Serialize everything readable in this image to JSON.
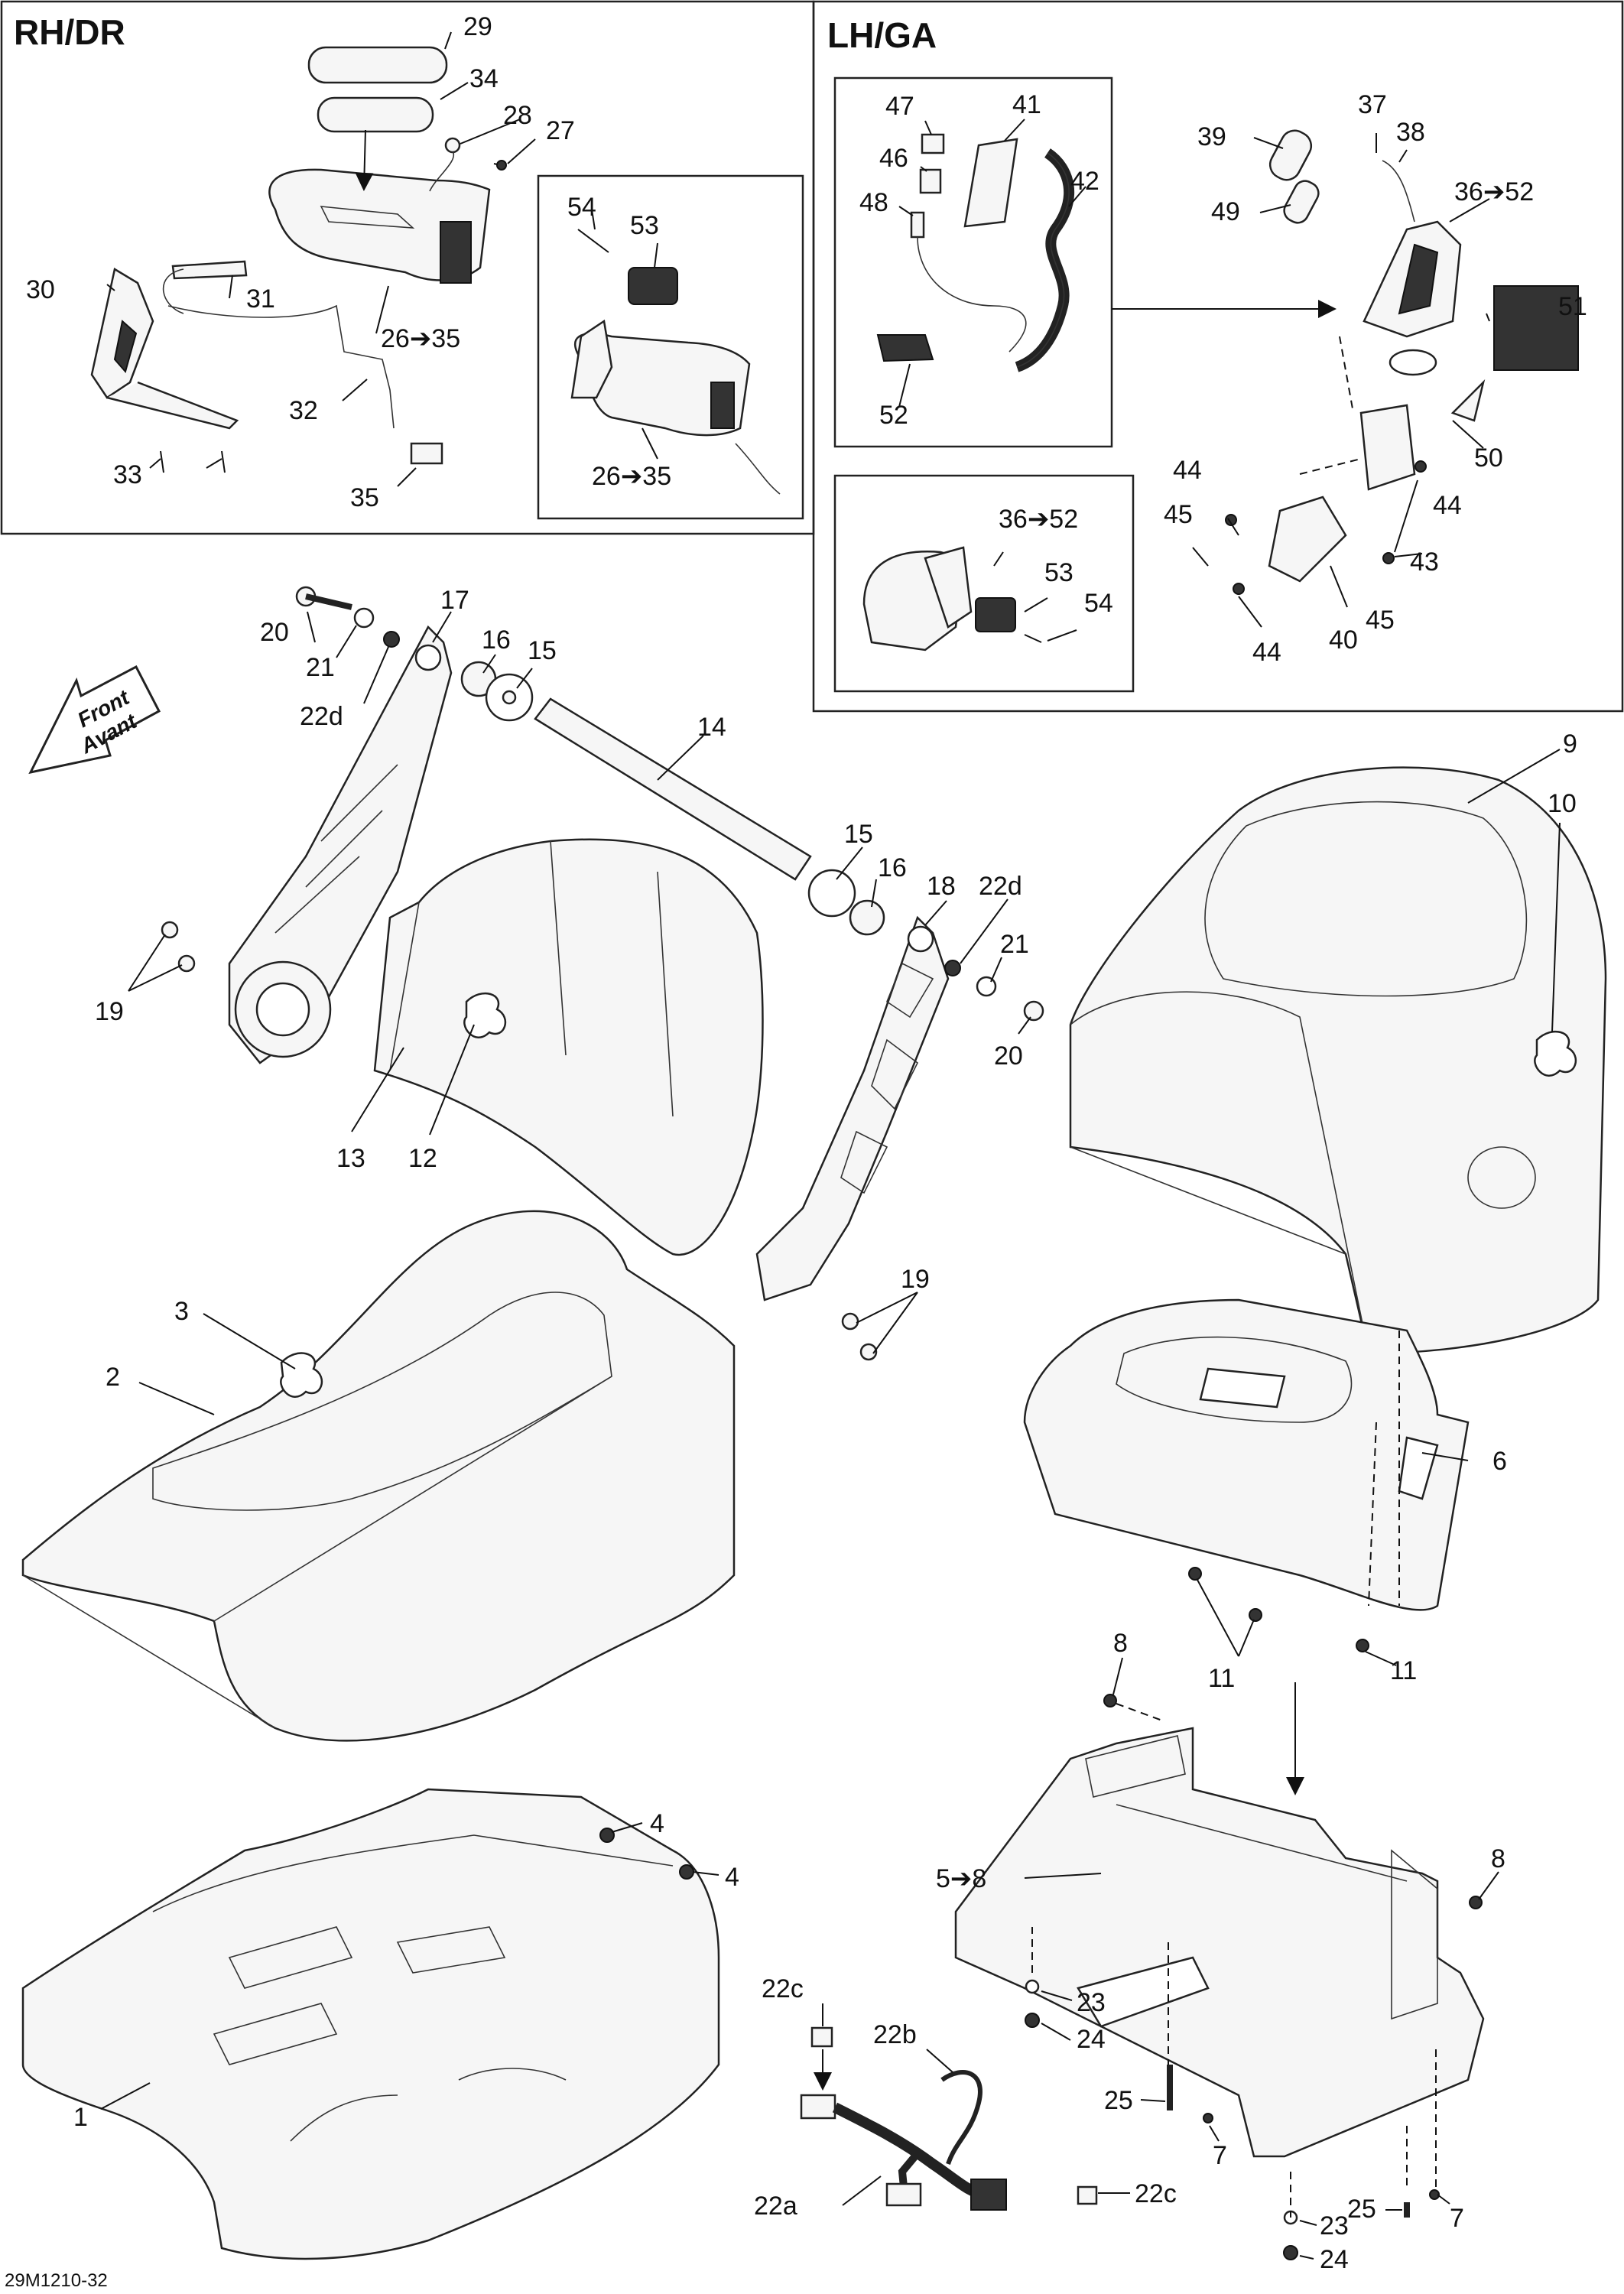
{
  "diagram": {
    "panels": {
      "rh_title": "RH/DR",
      "lh_title": "LH/GA"
    },
    "front_arrow": {
      "line1": "Front",
      "line2": "Avant"
    },
    "footer_code": "29M1210-32",
    "labels": {
      "p1": "1",
      "p2": "2",
      "p3": "3",
      "p4a": "4",
      "p4b": "4",
      "p5": "5➔8",
      "p6": "6",
      "p7a": "7",
      "p7b": "7",
      "p8a": "8",
      "p8b": "8",
      "p9": "9",
      "p10": "10",
      "p11a": "11",
      "p11b": "11",
      "p12": "12",
      "p13": "13",
      "p14": "14",
      "p15a": "15",
      "p15b": "15",
      "p16a": "16",
      "p16b": "16",
      "p17": "17",
      "p18": "18",
      "p19a": "19",
      "p19b": "19",
      "p20a": "20",
      "p20b": "20",
      "p21a": "21",
      "p21b": "21",
      "p22a": "22a",
      "p22b": "22b",
      "p22c1": "22c",
      "p22c2": "22c",
      "p22d1": "22d",
      "p22d2": "22d",
      "p23a": "23",
      "p23b": "23",
      "p24a": "24",
      "p24b": "24",
      "p25a": "25",
      "p25b": "25",
      "p26a": "26➔35",
      "p26b": "26➔35",
      "p27": "27",
      "p28": "28",
      "p29": "29",
      "p30": "30",
      "p31": "31",
      "p32": "32",
      "p33": "33",
      "p34": "34",
      "p35": "35",
      "p36a": "36➔52",
      "p36b": "36➔52",
      "p37": "37",
      "p38": "38",
      "p39": "39",
      "p40": "40",
      "p41": "41",
      "p42": "42",
      "p43": "43",
      "p44a": "44",
      "p44b": "44",
      "p44c": "44",
      "p45a": "45",
      "p45b": "45",
      "p46": "46",
      "p47": "47",
      "p48": "48",
      "p49": "49",
      "p50": "50",
      "p51": "51",
      "p52": "52",
      "p53a": "53",
      "p53b": "53",
      "p54a": "54",
      "p54b": "54"
    }
  }
}
